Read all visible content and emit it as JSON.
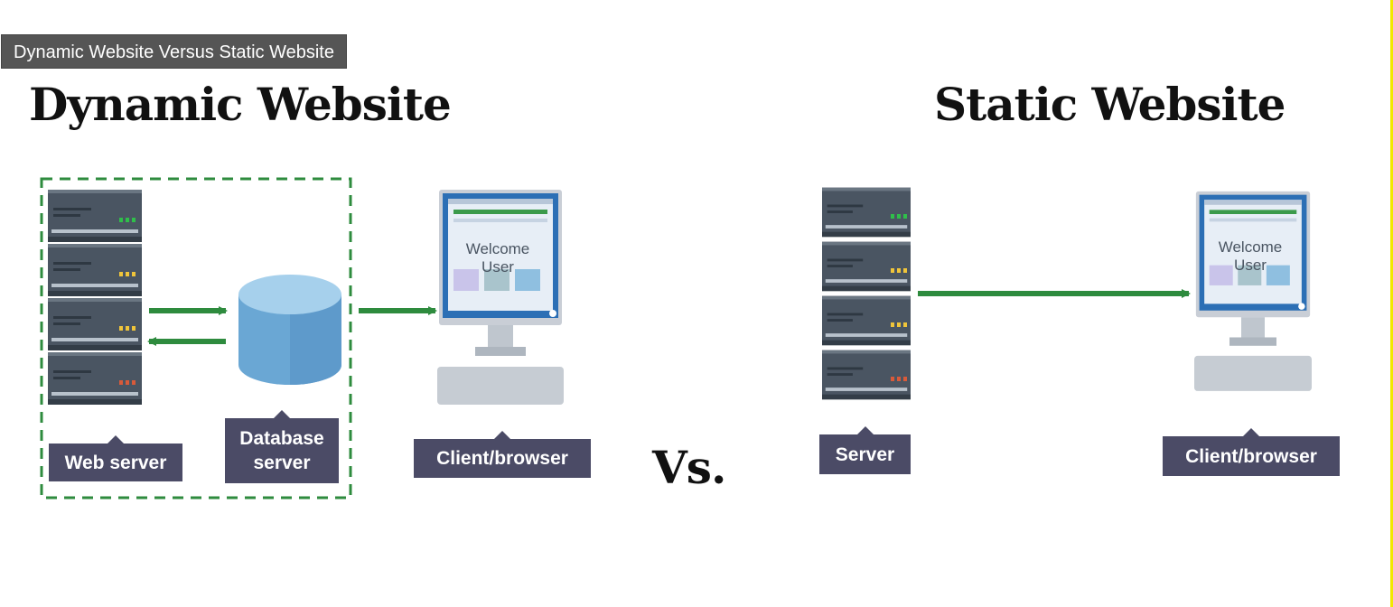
{
  "tooltip": {
    "text": "Dynamic Website Versus Static Website"
  },
  "dynamic": {
    "heading": "Dynamic Website",
    "web_server_label": "Web server",
    "database_label_line1": "Database",
    "database_label_line2": "server",
    "client_label": "Client/browser",
    "screen_text": "Welcome User"
  },
  "versus": {
    "text": "Vs."
  },
  "static": {
    "heading": "Static Website",
    "server_label": "Server",
    "client_label": "Client/browser",
    "screen_text": "Welcome User"
  },
  "colors": {
    "arrow": "#2e8b3e",
    "label_bg": "#4b4b66",
    "server_body": "#4a5562",
    "database": "#7fb7de",
    "monitor_screen": "#2c6fb5",
    "dash_border": "#2e8b3e",
    "edge_line": "#f2e800"
  }
}
